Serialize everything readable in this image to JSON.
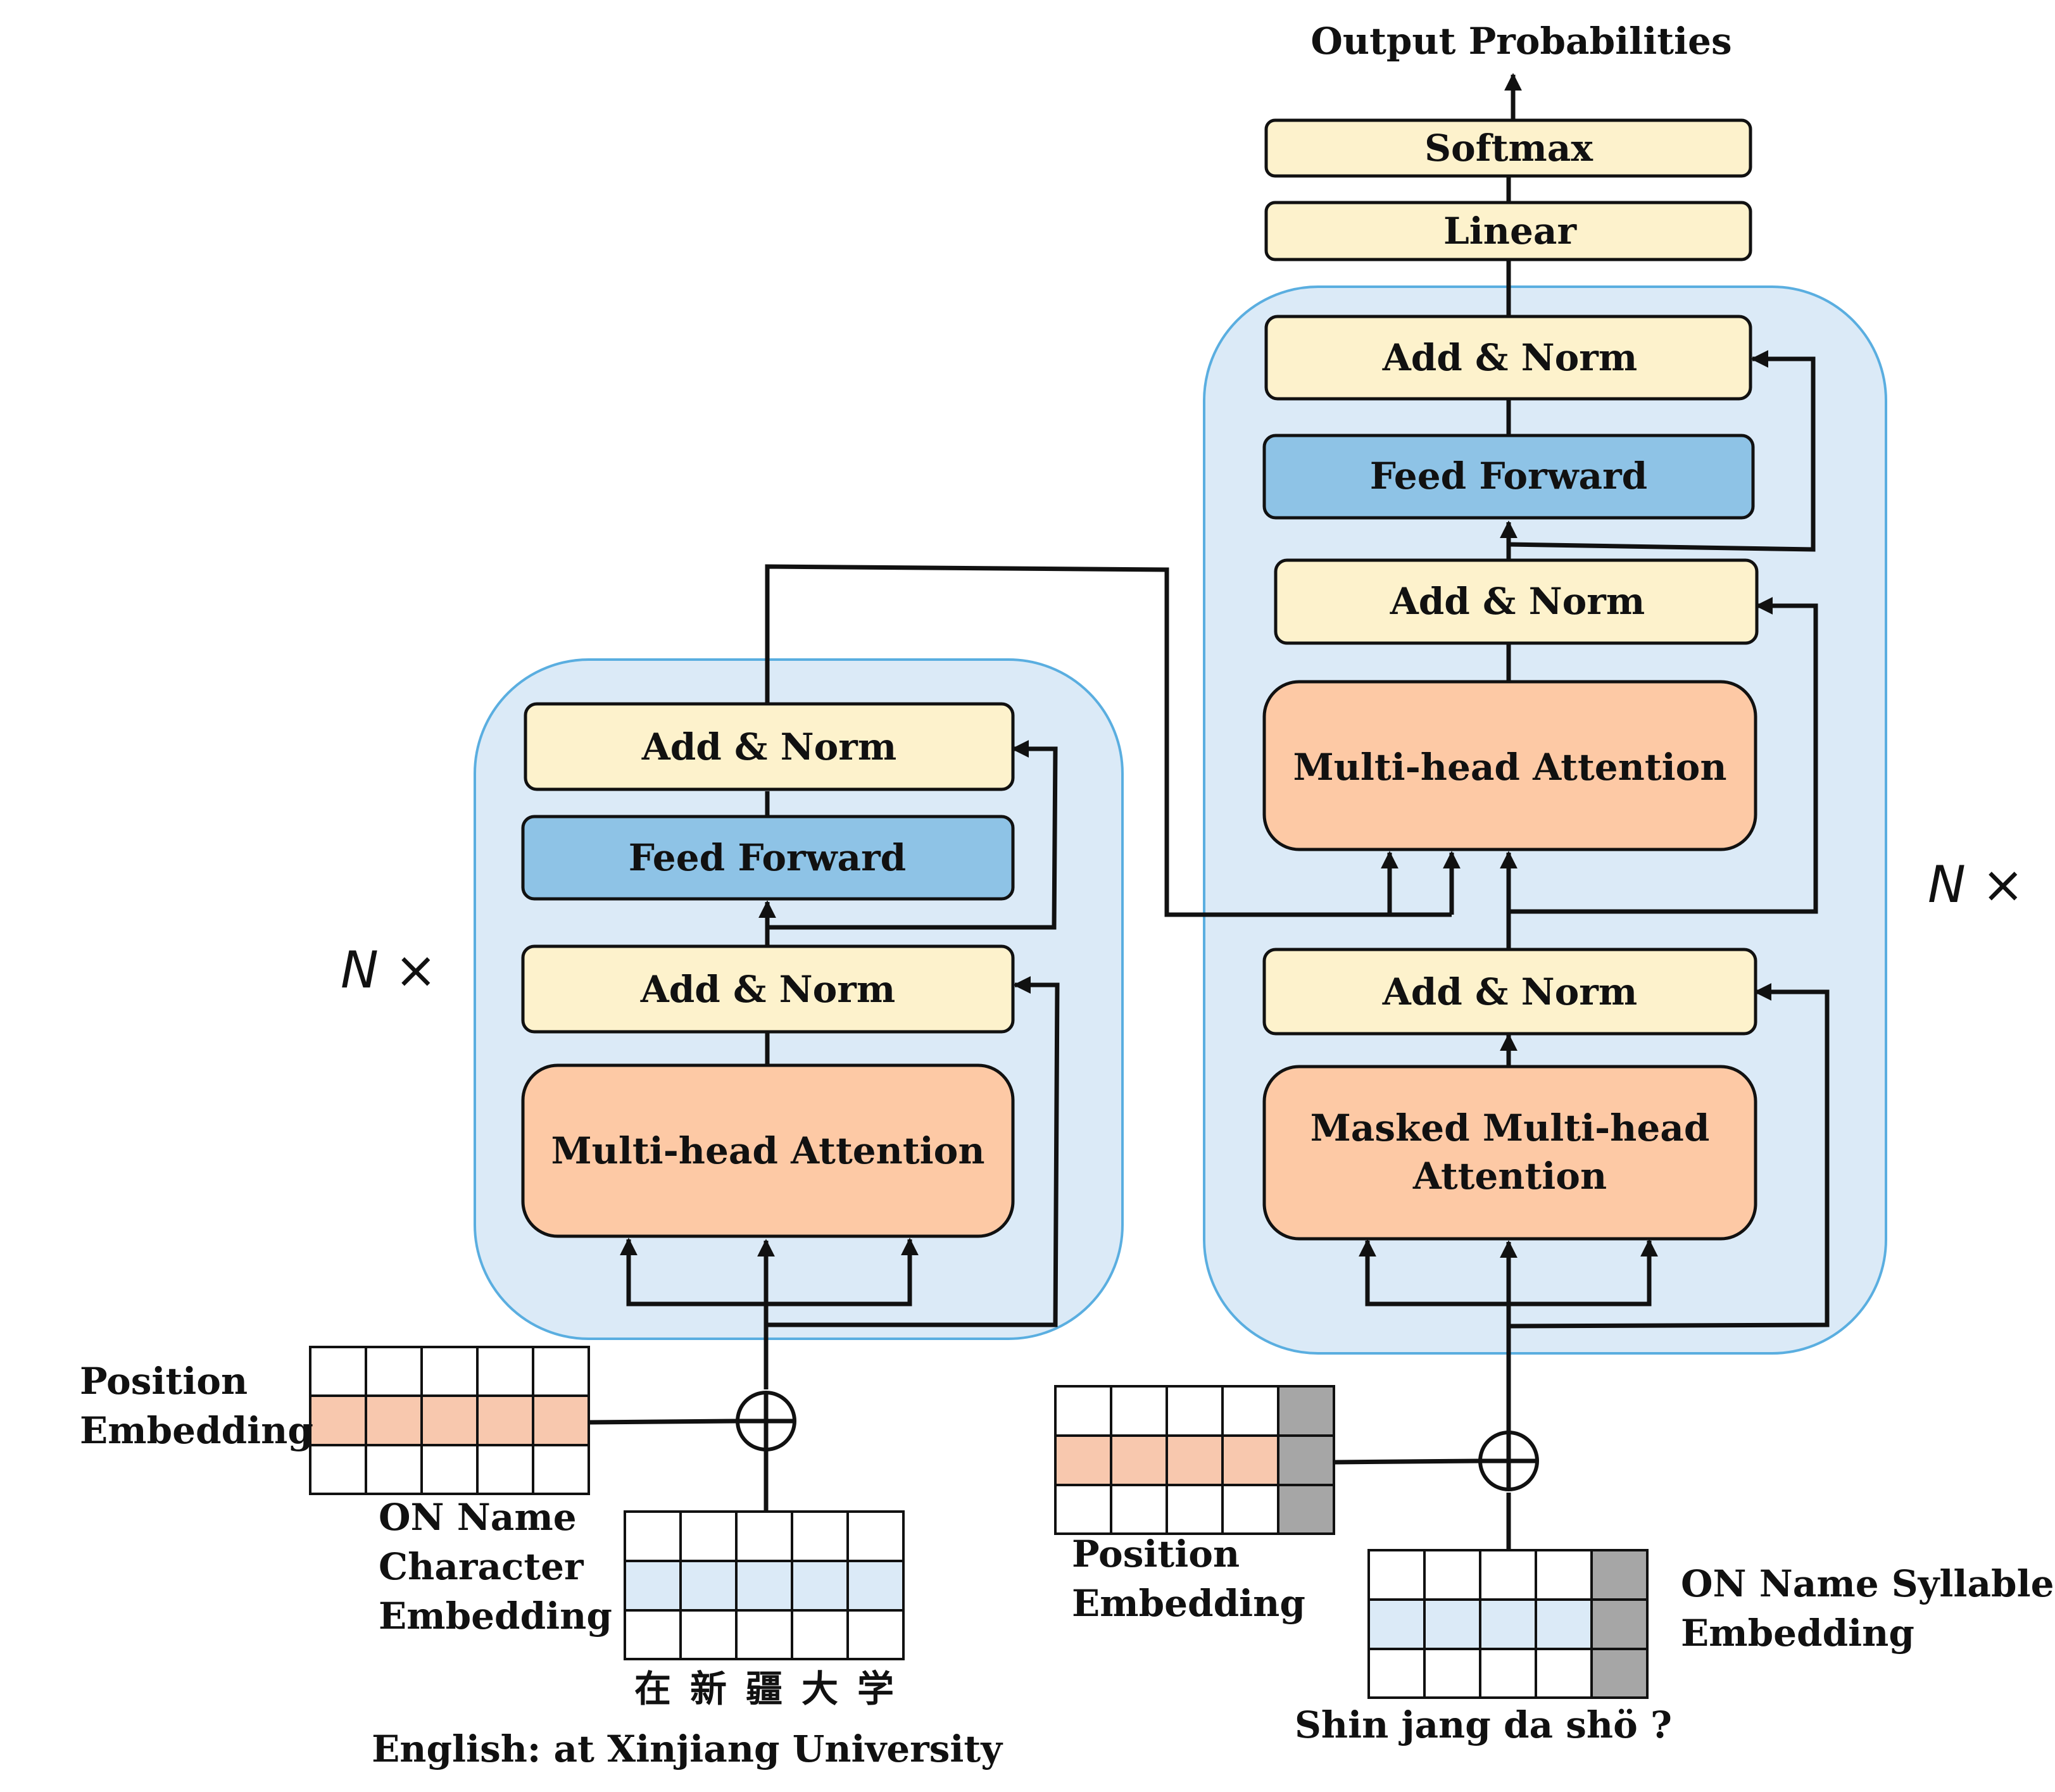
{
  "decoder_top": {
    "output_label": "Output Probabilities",
    "softmax_label": "Softmax",
    "linear_label": "Linear"
  },
  "encoder": {
    "repeat_label": "N ×",
    "add_norm_top": "Add & Norm",
    "feed_forward": "Feed Forward",
    "add_norm_bottom": "Add & Norm",
    "attention": "Multi-head Attention"
  },
  "decoder": {
    "repeat_label": "N ×",
    "add_norm_top": "Add & Norm",
    "feed_forward": "Feed Forward",
    "add_norm_middle": "Add & Norm",
    "cross_attention": "Multi-head Attention",
    "add_norm_bottom": "Add & Norm",
    "masked_attention_line1": "Masked Multi-head",
    "masked_attention_line2": "Attention"
  },
  "encoder_input": {
    "position_label_line1": "Position",
    "position_label_line2": "Embedding",
    "char_label_line1": "ON Name",
    "char_label_line2": "Character",
    "char_label_line3": "Embedding",
    "characters": [
      "在",
      "新",
      "疆",
      "大",
      "学"
    ],
    "english_label": "English: at Xinjiang University"
  },
  "decoder_input": {
    "position_label_line1": "Position",
    "position_label_line2": "Embedding",
    "syllable_label_line1": "ON Name Syllable",
    "syllable_label_line2": "Embedding",
    "syllables_label": "Shin jang da shö ?"
  },
  "colors": {
    "panel_fill": "#dbeaf7",
    "panel_stroke": "#5aaee0",
    "add_norm_fill": "#fdf2cc",
    "feed_forward_fill": "#8ec3e6",
    "attention_fill": "#fdc9a5",
    "position_row_fill": "#f8c8ae",
    "embedding_row_fill": "#dbeaf7",
    "padding_cell_fill": "#a6a6a6"
  }
}
